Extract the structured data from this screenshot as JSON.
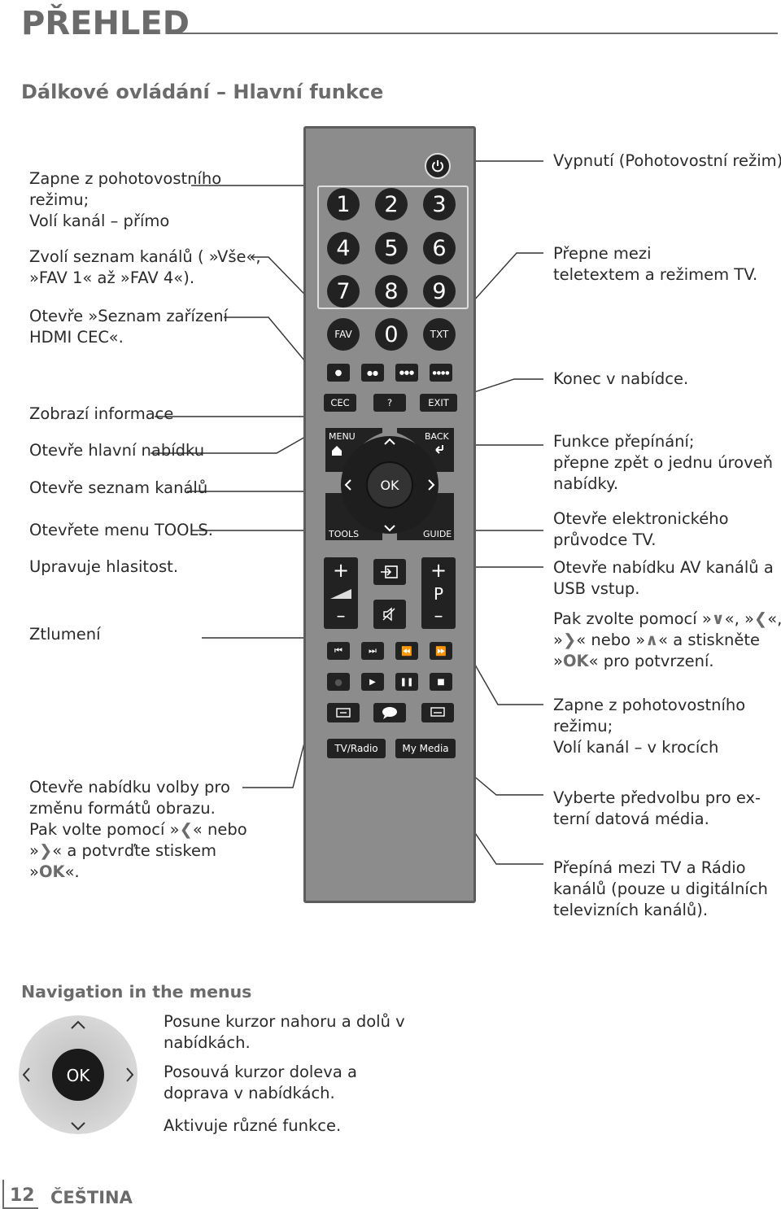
{
  "header": {
    "title": "PŘEHLED",
    "subtitle": "Dálkové ovládání – Hlavní funkce"
  },
  "left_labels": [
    [
      "Zapne z pohotovostního",
      "režimu;",
      "Volí kanál – přímo"
    ],
    [
      "Zvolí seznam kanálů ( »Vše«,",
      "»FAV 1« až »FAV 4«)."
    ],
    [
      "Otevře »Seznam zařízení",
      "HDMI CEC«."
    ],
    [
      "Zobrazí informace"
    ],
    [
      "Otevře hlavní nabídku"
    ],
    [
      "Otevře seznam kanálů"
    ],
    [
      "Otevřete menu TOOLS."
    ],
    [
      "Upravuje hlasitost."
    ],
    [
      "Ztlumení"
    ]
  ],
  "aspect_label": {
    "l1": "Otevře nabídku volby pro",
    "l2": "změnu formátů obrazu.",
    "l3a": "Pak volte pomocí »",
    "l3b": "« nebo",
    "l4a": "»",
    "l4b": "« a potvrďte stiskem",
    "l5a": "»",
    "l5b": "OK",
    "l5c": "«."
  },
  "right_labels": [
    [
      "Vypnutí (Pohotovostní režim)"
    ],
    [
      "Přepne mezi",
      "teletextem a režimem TV."
    ],
    [
      "Konec v nabídce."
    ],
    [
      "Funkce přepínání;",
      "přepne zpět o jednu úroveň",
      "nabídky."
    ],
    [
      "Otevře elektronického",
      "průvodce TV."
    ],
    [
      "Otevře nabídku AV kanálů a",
      "USB vstup."
    ]
  ],
  "av_nav": {
    "a": "Pak zvolte pomocí »",
    "b": "«, »",
    "c": "«,",
    "d": "»",
    "e": "« nebo »",
    "f": "« a stiskněte",
    "g": "»",
    "h": "OK",
    "i": "« pro potvrzení."
  },
  "right_labels2": [
    [
      "Zapne z pohotovostního",
      "režimu;",
      "Volí kanál – v krocích"
    ],
    [
      "Vyberte předvolbu pro ex-",
      "terní datová média."
    ],
    [
      "Přepíná mezi TV a Rádio",
      "kanálů (pouze u digitálních",
      "televizních kanálů)."
    ]
  ],
  "remote": {
    "digits": [
      "1",
      "2",
      "3",
      "4",
      "5",
      "6",
      "7",
      "8",
      "9",
      "0"
    ],
    "fav": "FAV",
    "txt": "TXT",
    "cec": "CEC",
    "help": "?",
    "exit": "EXIT",
    "menu": "MENU",
    "back": "BACK",
    "ok": "OK",
    "tools": "TOOLS",
    "guide": "GUIDE",
    "plus": "+",
    "minus": "–",
    "p": "P",
    "tvradio": "TV/Radio",
    "mymedia": "My Media"
  },
  "navigation": {
    "heading": "Navigation in the menus",
    "ok": "OK",
    "items": [
      [
        "Posune kurzor nahoru a dolů v",
        "nabídkách."
      ],
      [
        "Posouvá kurzor doleva a",
        "doprava v nabídkách."
      ],
      [
        "Aktivuje různé funkce."
      ]
    ]
  },
  "footer": {
    "page": "12",
    "language": "ČEŠTINA"
  },
  "colors": {
    "heading_gray": "#6b6b6b",
    "remote_body": "#8c8c8c",
    "button": "#222222"
  }
}
